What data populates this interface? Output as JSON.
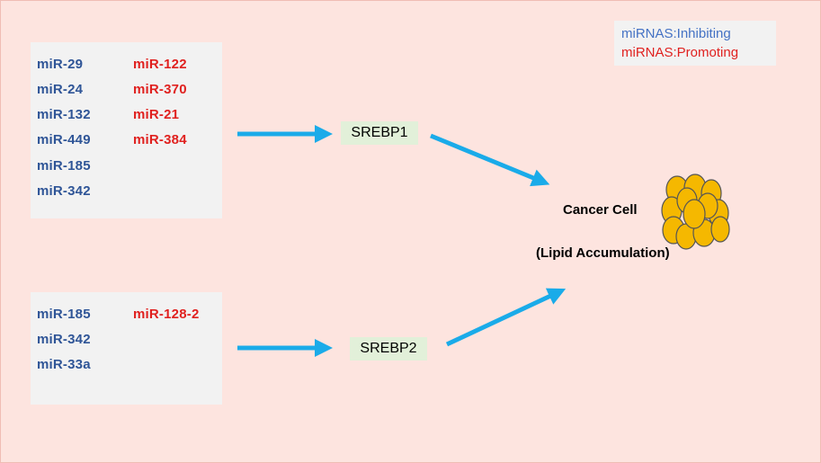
{
  "legend": {
    "inhibiting": "miRNAS:Inhibiting",
    "promoting": "miRNAS:Promoting"
  },
  "colors": {
    "background": "#fde4df",
    "inhibiting": "#2f5597",
    "promoting": "#e0211f",
    "arrow": "#1aabe9",
    "target_box": "#e2f0d9",
    "cell_fill": "#f5b800"
  },
  "group1": {
    "inhibiting": [
      "miR-29",
      "miR-24",
      "miR-132",
      "miR-449",
      "miR-185",
      "miR-342"
    ],
    "promoting": [
      "miR-122",
      "miR-370",
      "miR-21",
      "miR-384"
    ],
    "target": "SREBP1"
  },
  "group2": {
    "inhibiting": [
      "miR-185",
      "miR-342",
      "miR-33a"
    ],
    "promoting": [
      "miR-128-2"
    ],
    "target": "SREBP2"
  },
  "outcome": {
    "title": "Cancer Cell",
    "subtitle": "(Lipid Accumulation)"
  }
}
